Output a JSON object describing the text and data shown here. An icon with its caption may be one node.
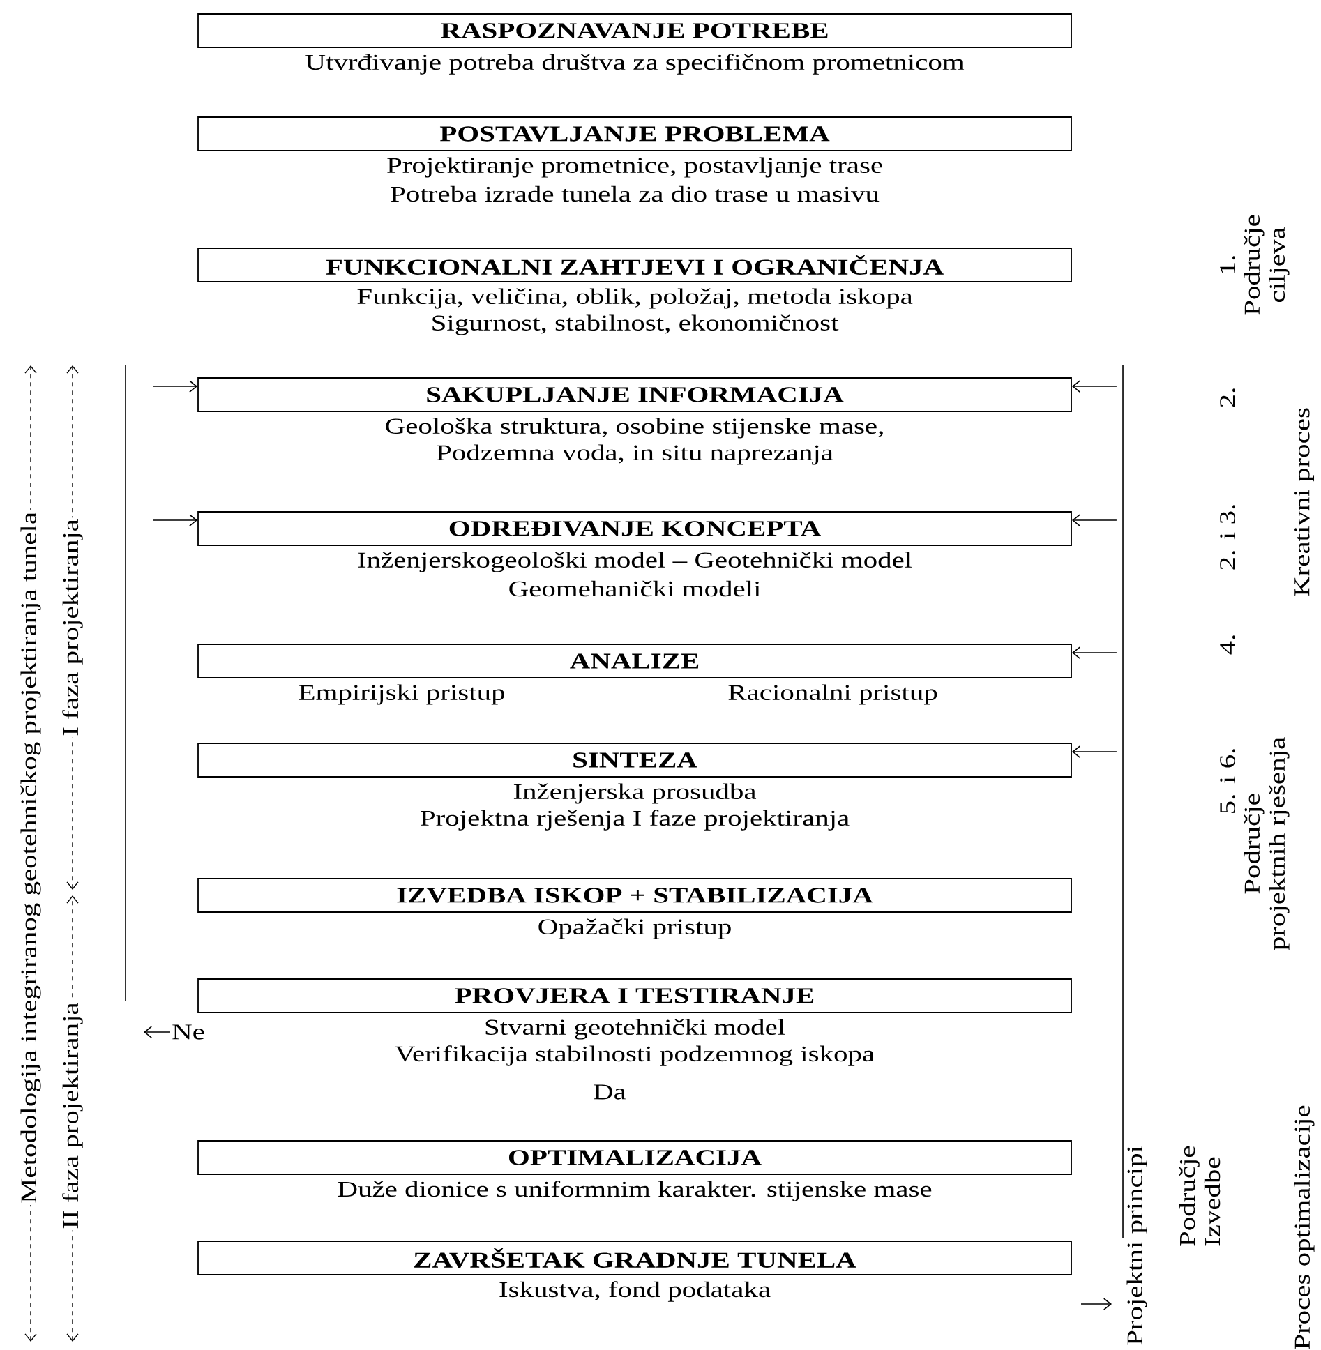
{
  "diagram": {
    "nodes": [
      {
        "text": [
          "RASPOZNAVANJE POTREBE",
          "Utvrđivanje potreba društva za specifičnom prometnicom"
        ]
      },
      {
        "text": [
          "POSTAVLJANJE PROBLEMA",
          "Projektiranje prometnice, postavljanje trase",
          "Potreba izrade tunela za dio trase u masivu"
        ]
      },
      {
        "text": [
          "FUNKCIONALNI ZAHTJEVI I OGRANIČENJA",
          "Funkcija, veličina, oblik, položaj, metoda iskopa",
          "Sigurnost, stabilnost, ekonomičnost"
        ]
      },
      {
        "text": [
          "SAKUPLJANJE INFORMACIJA",
          "Geološka struktura, osobine stijenske mase,",
          "Podzemna voda, in situ naprezanja"
        ]
      },
      {
        "text": [
          "ODREĐIVANJE KONCEPTA",
          "Inženjerskogeološki model – Geotehnički model",
          "Geomehanički modeli"
        ]
      },
      {
        "text": [
          "ANALIZE",
          "Empirijski pristup",
          "Racionalni pristup"
        ]
      },
      {
        "text": [
          "SINTEZA",
          "Inženjerska prosudba",
          "Projektna rješenja I faze projektiranja"
        ]
      },
      {
        "text": [
          "IZVEDBA ISKOP + STABILIZACIJA",
          "Opažački pristup"
        ]
      },
      {
        "text": [
          "PROVJERA I TESTIRANJE",
          "Stvarni geotehnički model",
          "Verifikacija stabilnosti podzemnog iskopa"
        ]
      },
      {
        "text": [
          "OPTIMALIZACIJA",
          "Duže dionice s uniformnim karakter. stijenske mase"
        ]
      },
      {
        "text": [
          "ZAVRŠETAK GRADNJE TUNELA",
          "Iskustva, fond podataka"
        ]
      }
    ],
    "edges": [
      {
        "from": null,
        "to": 3,
        "arrow": "to"
      },
      {
        "from": null,
        "to": 4,
        "arrow": "to"
      },
      {
        "from": null,
        "to": 3,
        "arrow": "to"
      },
      {
        "from": null,
        "to": 4,
        "arrow": "to"
      },
      {
        "from": null,
        "to": 5,
        "arrow": "to"
      },
      {
        "from": null,
        "to": 6,
        "arrow": "to"
      }
    ],
    "labels": [
      "1.",
      "Područje ciljeva",
      "2.",
      "2. i 3.",
      "4.",
      "5. i 6.",
      "Područje projektnih rješenja",
      "Kreativni proces",
      "Metodologija integriranog geotehničkog projektiranja tunela",
      "II faza projektiranja",
      "I faza projektiranja",
      "Ne",
      "Da",
      "Projektni principi",
      "Područje Izvedbe",
      "Proces optimalizacije"
    ]
  }
}
